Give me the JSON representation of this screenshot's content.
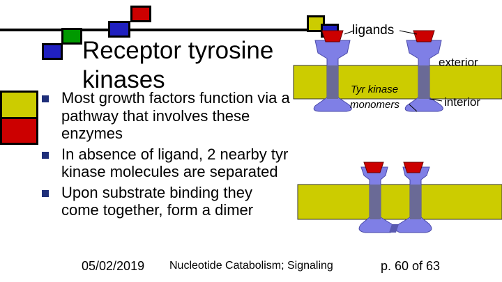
{
  "slide": {
    "title": "Receptor tyrosine kinases",
    "bullets": [
      "Most growth factors function via a pathway that involves these enzymes",
      "In absence of ligand, 2 nearby tyr kinase molecules are separated",
      "Upon substrate binding they come together, form a dimer"
    ]
  },
  "diagram": {
    "label_ligands": "ligands",
    "label_exterior": "exterior",
    "label_interior": "interior",
    "label_monomers_line1": "Tyr kinase",
    "label_monomers_line2": "monomers"
  },
  "footer": {
    "date": "05/02/2019",
    "center": "Nucleotide Catabolism; Signaling",
    "page": "p. 60 of 63"
  },
  "colors": {
    "membrane": "#cccc00",
    "receptor": "#7f7fe6",
    "ligand": "#cc0000",
    "decor_red": "#cc0000",
    "decor_blue": "#2020c0",
    "decor_green": "#009900",
    "decor_yellow": "#cccc00"
  }
}
